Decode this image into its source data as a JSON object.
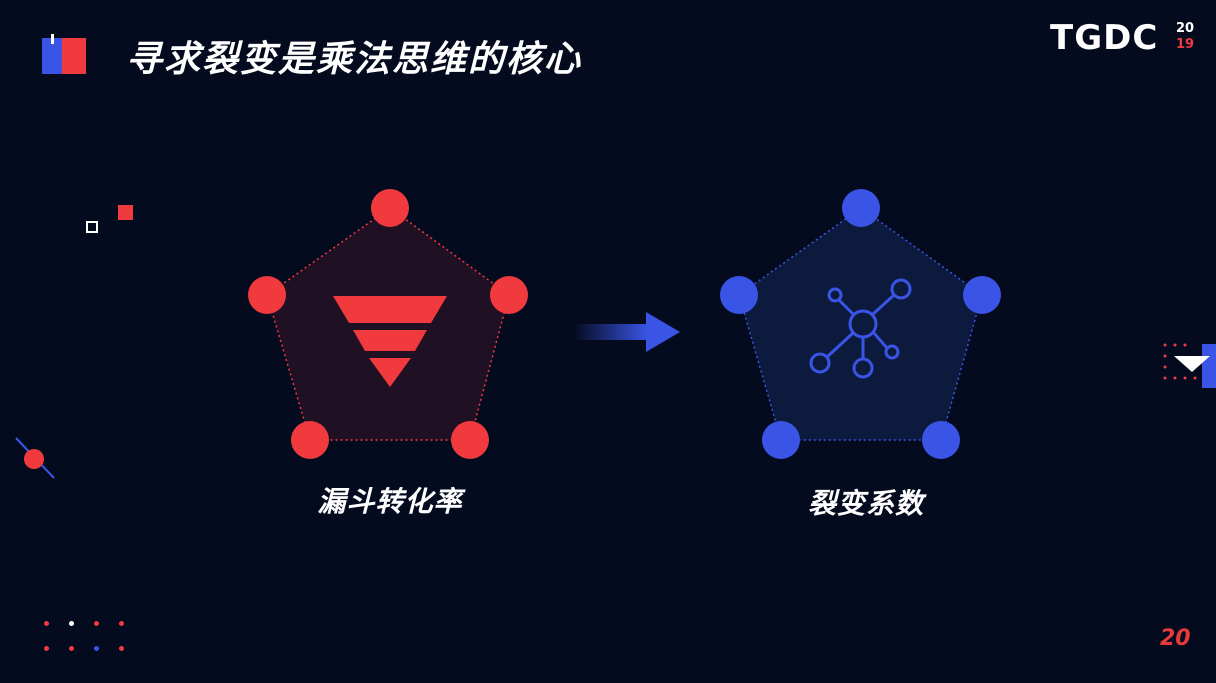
{
  "slide": {
    "title": "寻求裂变是乘法思维的核心",
    "page_number": "20"
  },
  "logo": {
    "text": "TGDC",
    "year_top": "20",
    "year_bottom": "19"
  },
  "left_diagram": {
    "label": "漏斗转化率",
    "icon": "funnel-icon",
    "color": "#f03a3e"
  },
  "right_diagram": {
    "label": "裂变系数",
    "icon": "network-icon",
    "color": "#3a55e6"
  },
  "arrow": {
    "icon": "arrow-right-icon",
    "color": "#3a55e6"
  },
  "colors": {
    "background": "#050b1f",
    "accent_red": "#f03a3e",
    "accent_blue": "#3a55e6"
  }
}
